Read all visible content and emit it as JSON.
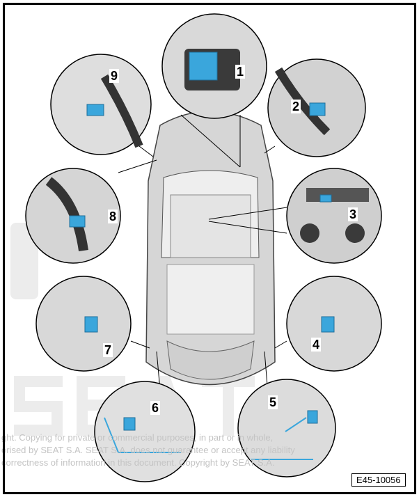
{
  "diagram": {
    "labels": [
      "1",
      "2",
      "3",
      "4",
      "5",
      "6",
      "7",
      "8",
      "9"
    ],
    "figure_code": "E45-10056",
    "watermark": {
      "brand": "SEAT",
      "lines": [
        "ght. Copying for private or commercial purposes, in part or in whole,",
        "orised by SEAT S.A. SEAT S.A. does not guarantee or accept any liability",
        "correctness of information in this document. Copyright by SEAT S.A."
      ]
    },
    "colors": {
      "highlight": "#3aa6dc",
      "grey": "#bdbdbd"
    }
  }
}
